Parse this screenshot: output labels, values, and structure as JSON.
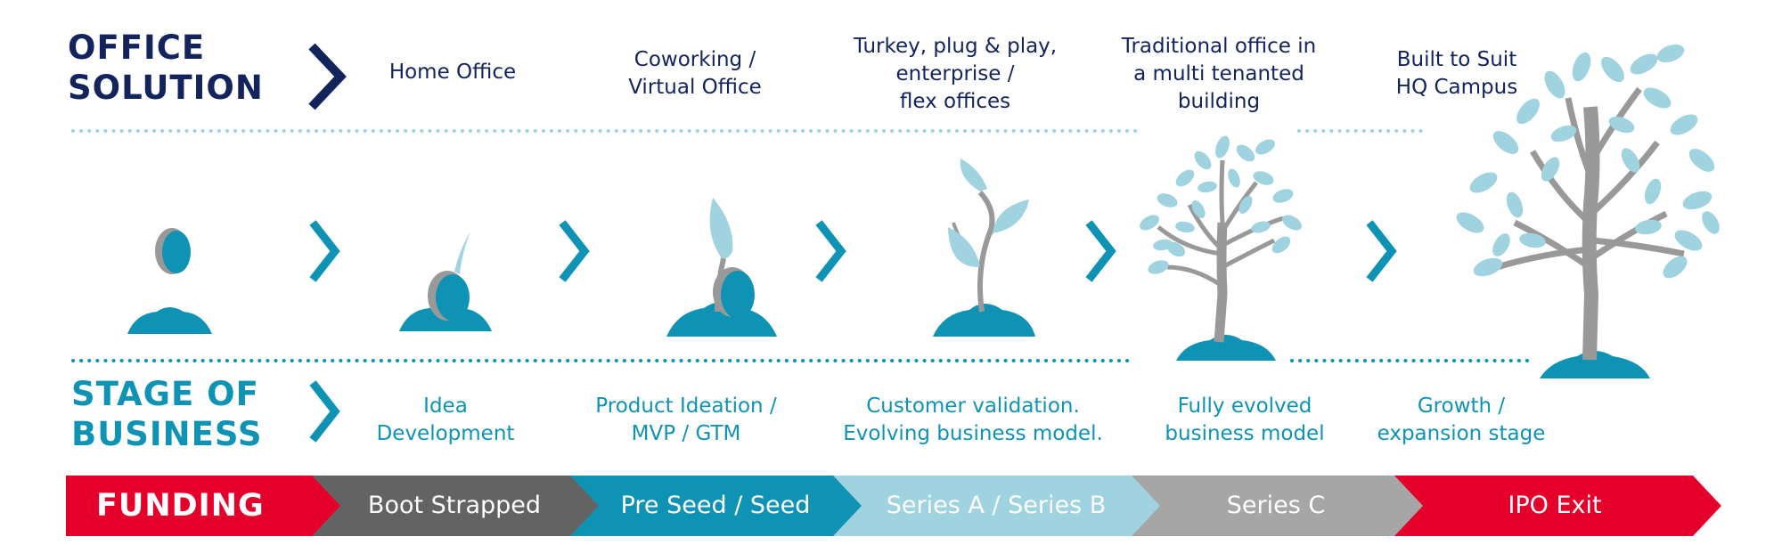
{
  "office_solution": {
    "title": "OFFICE\nSOLUTION",
    "items": [
      "Home Office",
      "Coworking /\nVirtual Office",
      "Turkey, plug & play,\nenterprise /\nflex offices",
      "Traditional office in\na multi tenanted\nbuilding",
      "Built to Suit\nHQ Campus"
    ]
  },
  "stage_of_business": {
    "title": "STAGE OF\nBUSINESS",
    "items": [
      "Idea\nDevelopment",
      "Product Ideation /\nMVP / GTM",
      "Customer validation.\nEvolving business model.",
      "Fully evolved\nbusiness model",
      "Growth /\nexpansion stage"
    ]
  },
  "funding": {
    "title": "FUNDING",
    "segments": [
      {
        "label": "Boot Strapped",
        "color": "#636363"
      },
      {
        "label": "Pre Seed / Seed",
        "color": "#0f93b5"
      },
      {
        "label": "Series A / Series B",
        "color": "#9fd3e0"
      },
      {
        "label": "Series C",
        "color": "#a6a6a6"
      },
      {
        "label": "IPO Exit",
        "color": "#e4002b"
      }
    ],
    "title_color": "#e4002b"
  },
  "colors": {
    "navy": "#13245c",
    "teal": "#0f93b5",
    "light_teal": "#9fd3e0",
    "grey": "#999999"
  },
  "growth_stages": [
    "seed-icon",
    "sprouting-seed-icon",
    "seedling-icon",
    "young-plant-icon",
    "small-tree-icon",
    "large-tree-icon"
  ]
}
